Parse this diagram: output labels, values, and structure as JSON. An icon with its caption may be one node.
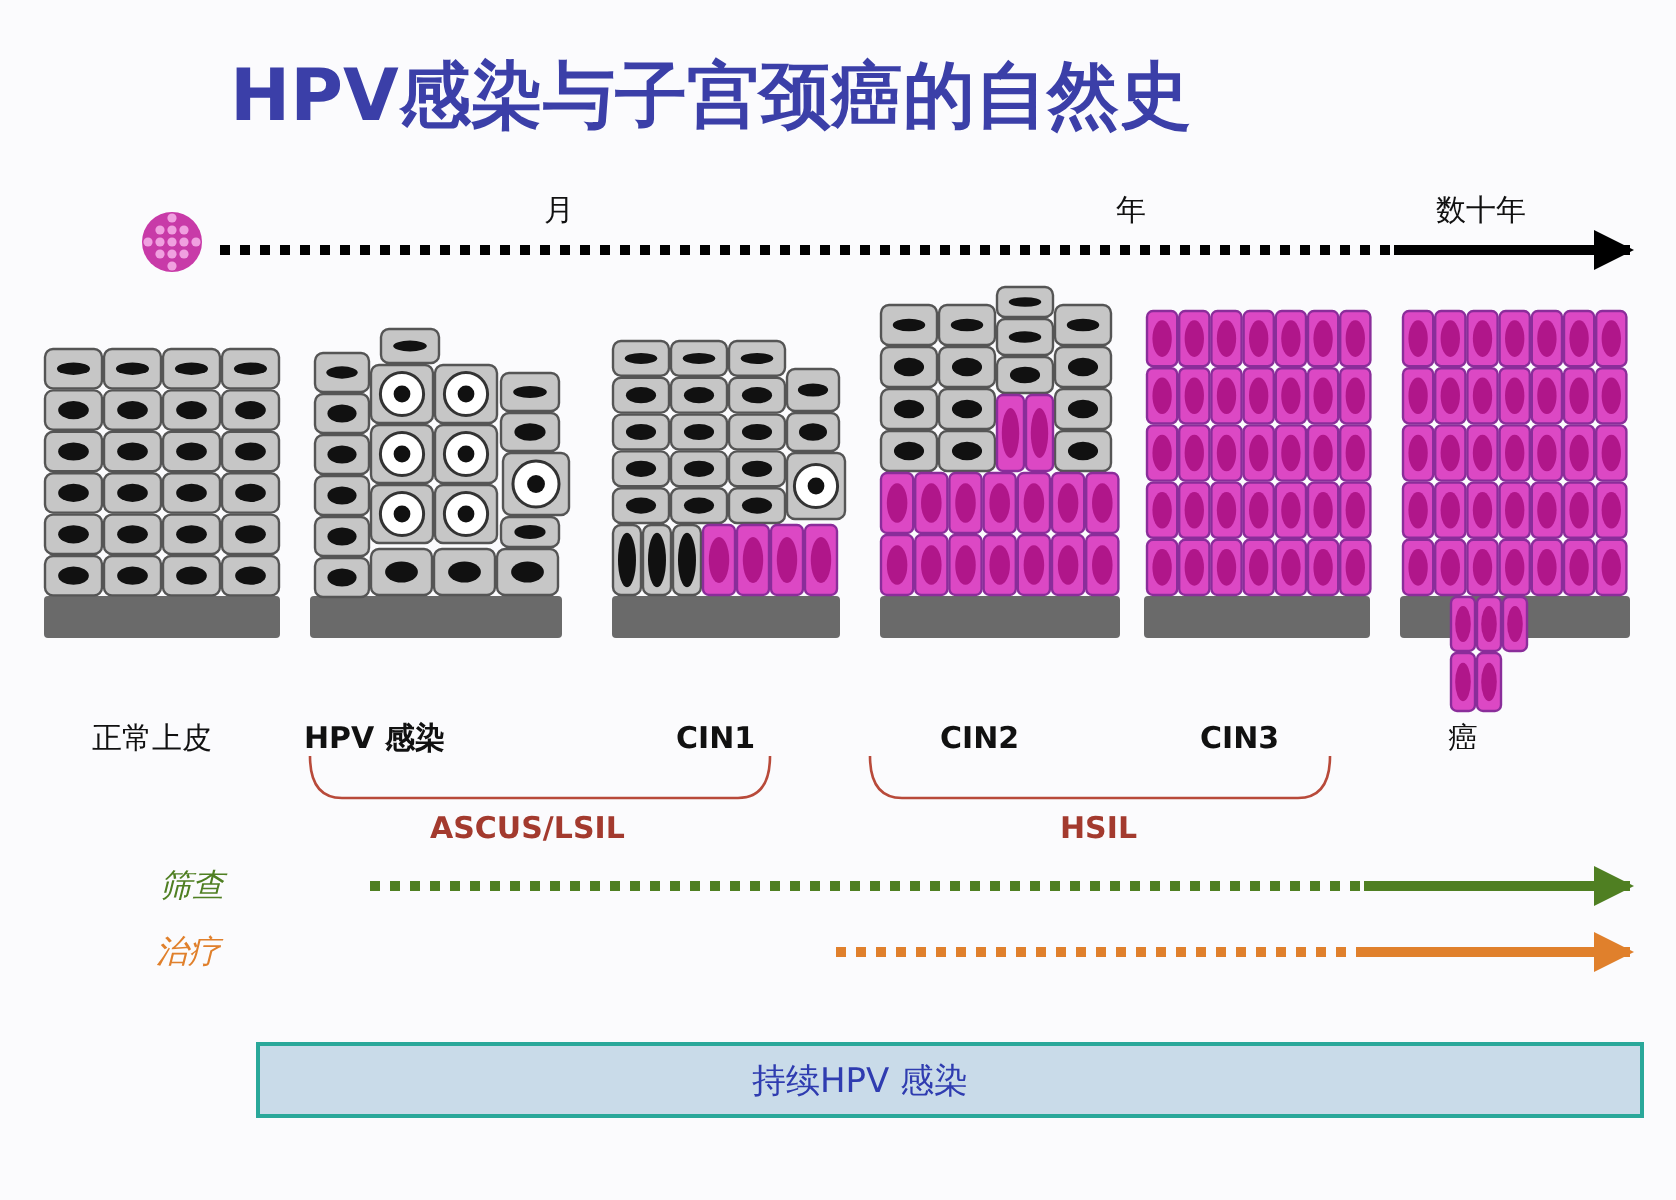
{
  "diagram": {
    "title": "HPV感染与子宫颈癌的自然史",
    "nodes": [
      {
        "text": [
          "持续HPV 感染"
        ]
      }
    ],
    "labels": [
      "月",
      "年",
      "数十年",
      "正常上皮",
      "HPV 感染",
      "CIN1",
      "CIN2",
      "CIN3",
      "癌",
      "ASCUS/LSIL",
      "HSIL",
      "筛查",
      "治疗"
    ]
  }
}
